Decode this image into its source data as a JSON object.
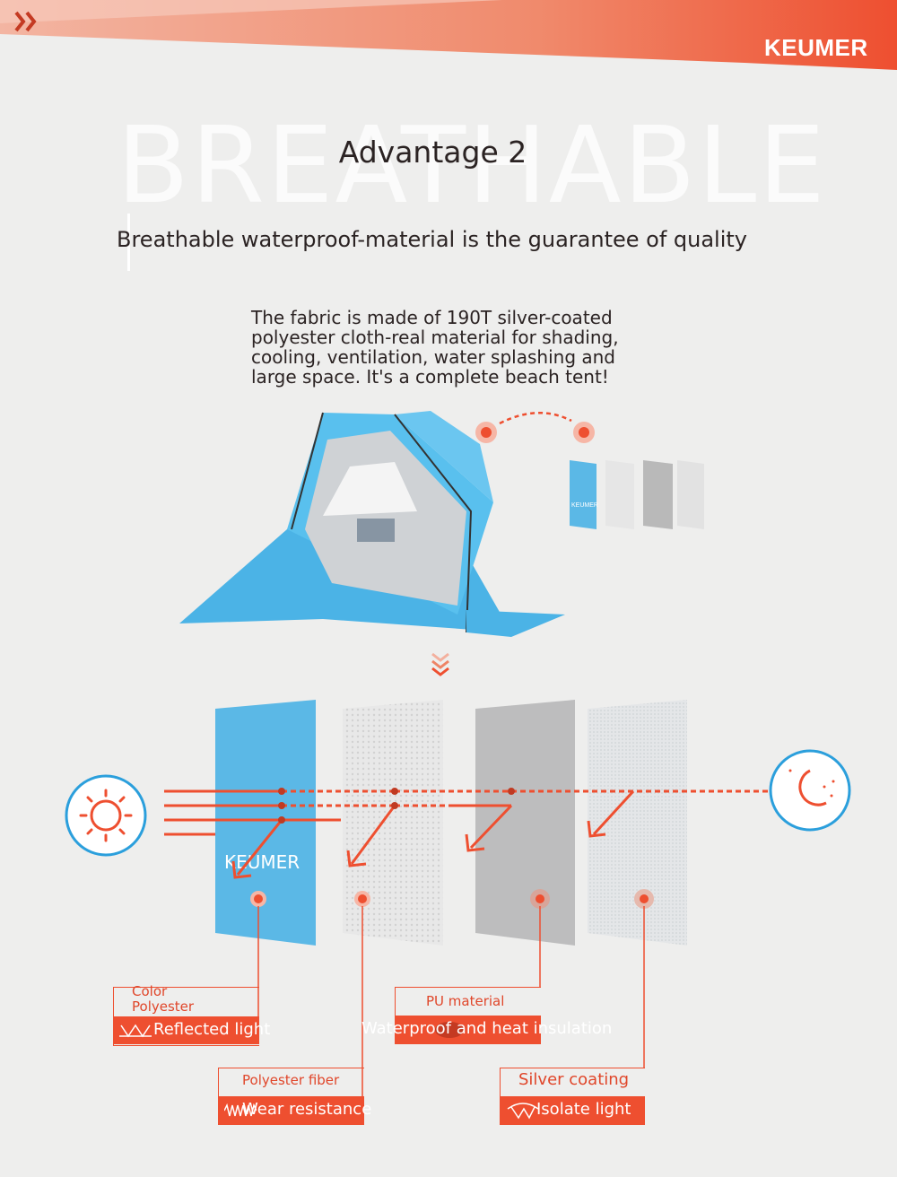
{
  "brand": {
    "logo_text": "KEUMER",
    "panel_logo_text": "KEUMER",
    "accent": "#ee4f30",
    "blue": "#5bb8e6"
  },
  "background_word": "BREATHABLE",
  "title": "Advantage 2",
  "subtitle": "Breathable waterproof-material is the guarantee of quality",
  "description": "The fabric is made of 190T silver-coated polyester cloth-real material for shading, cooling, ventilation, water splashing and large space. It's a complete beach tent!",
  "icons": {
    "left": "sun-icon",
    "right": "moon-icon",
    "divider": "chevron-down-icon"
  },
  "layers": [
    {
      "title": "Color\nPolyester",
      "feature": "Reflected light",
      "icon": "reflect-icon"
    },
    {
      "title": "Polyester fiber",
      "feature": "Wear resistance",
      "icon": "zigzag-icon"
    },
    {
      "title": "PU material",
      "feature": "Waterproof and heat insulation",
      "icon": "drop-icon"
    },
    {
      "title": "Silver coating",
      "feature": "Isolate light",
      "icon": "reflect-icon"
    }
  ]
}
